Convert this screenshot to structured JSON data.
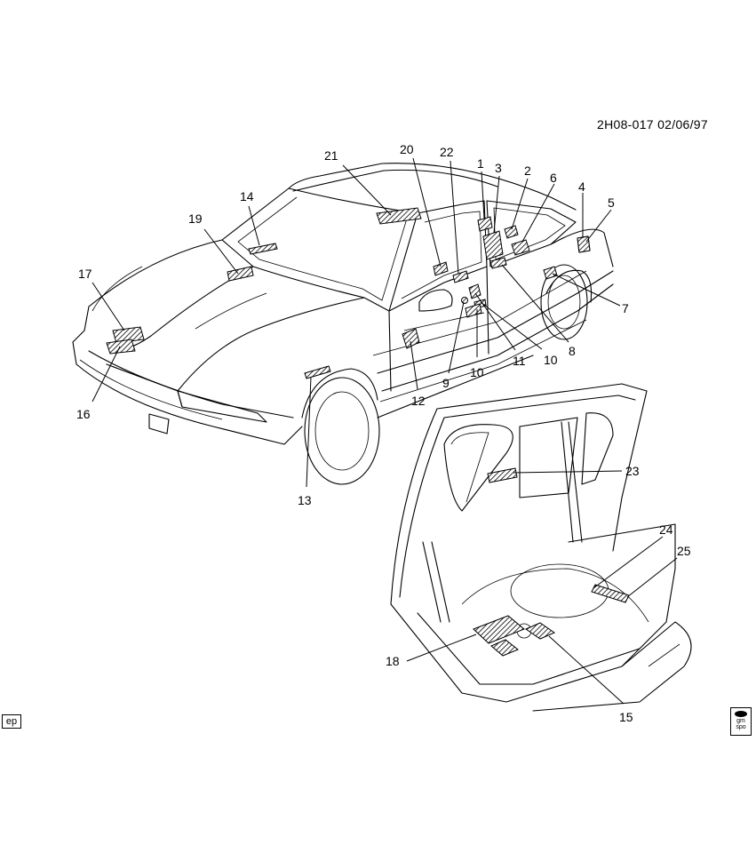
{
  "document": {
    "id": "2H08-017  02/06/97"
  },
  "badges": {
    "ep": "ep",
    "gm_line1": "gm",
    "gm_line2": "spo"
  },
  "callouts": [
    "1",
    "2",
    "3",
    "4",
    "5",
    "6",
    "7",
    "8",
    "9",
    "10",
    "10",
    "11",
    "12",
    "13",
    "14",
    "15",
    "16",
    "17",
    "18",
    "19",
    "20",
    "21",
    "22",
    "23",
    "24",
    "25"
  ]
}
